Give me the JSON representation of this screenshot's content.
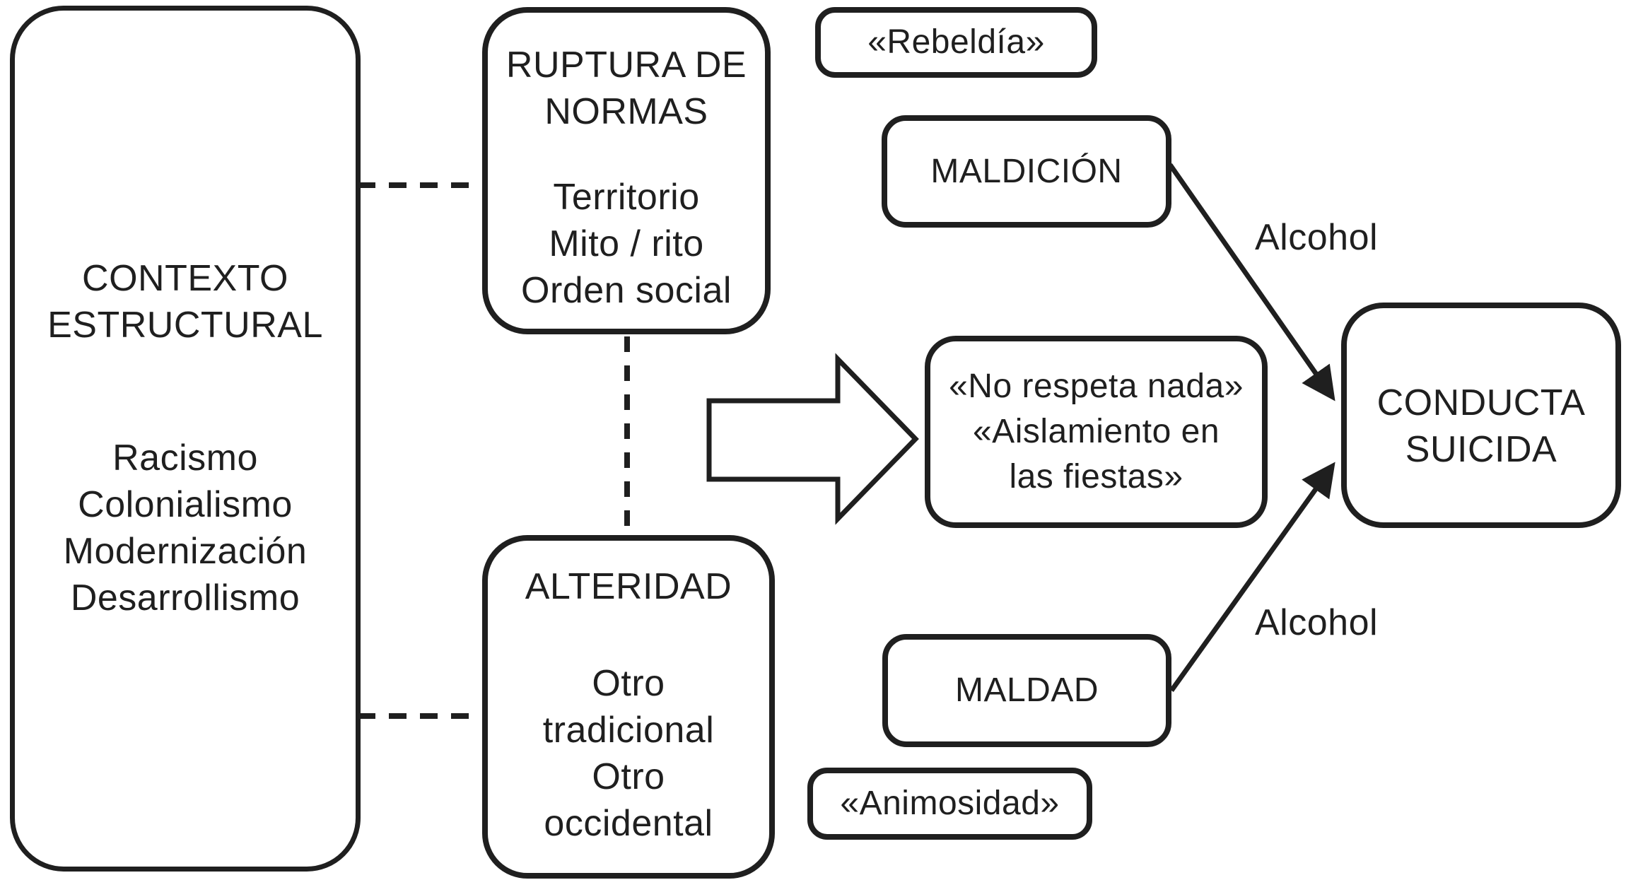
{
  "figure": {
    "background": "#ffffff",
    "ink": "#1f1f1f",
    "nodes": {
      "contexto": {
        "title_lines": [
          "CONTEXTO",
          "ESTRUCTURAL"
        ],
        "items": [
          "Racismo",
          "Colonialismo",
          "Modernización",
          "Desarrollismo"
        ]
      },
      "ruptura": {
        "title_lines": [
          "RUPTURA DE",
          "NORMAS"
        ],
        "items": [
          "Territorio",
          "Mito / rito",
          "Orden social"
        ]
      },
      "alteridad": {
        "title": "ALTERIDAD",
        "items": [
          "Otro",
          "tradicional",
          "Otro",
          "occidental"
        ]
      },
      "rebeldia": {
        "label": "«Rebeldía»"
      },
      "maldicion": {
        "label": "MALDICIÓN"
      },
      "quotes": {
        "lines": [
          "«No respeta nada»",
          "«Aislamiento en",
          "las fiestas»"
        ]
      },
      "maldad": {
        "label": "MALDAD"
      },
      "animosidad": {
        "label": "«Animosidad»"
      },
      "conducta": {
        "lines": [
          "CONDUCTA",
          "SUICIDA"
        ]
      }
    },
    "edges": {
      "alcohol_top": "Alcohol",
      "alcohol_bottom": "Alcohol"
    }
  }
}
